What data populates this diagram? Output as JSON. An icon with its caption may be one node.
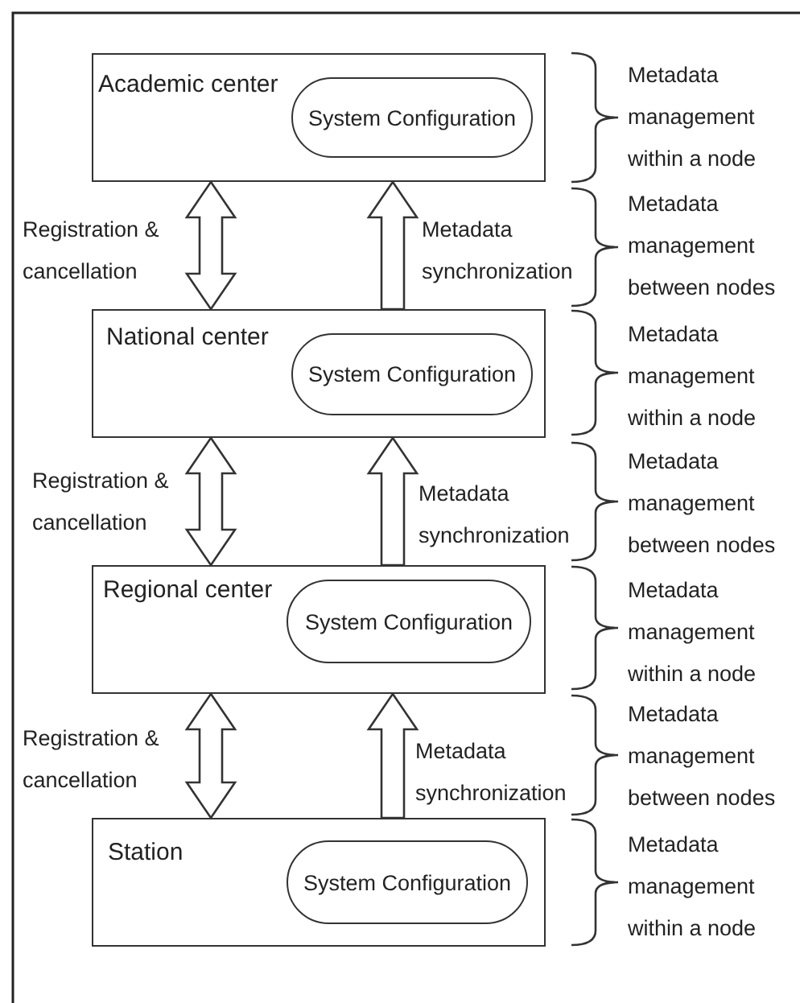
{
  "diagram": {
    "nodes": [
      {
        "text": [
          "Academic center"
        ]
      },
      {
        "text": [
          "System Configuration"
        ],
        "in": 0
      },
      {
        "text": [
          "National center"
        ]
      },
      {
        "text": [
          "System Configuration"
        ],
        "in": 2
      },
      {
        "text": [
          "Regional center"
        ]
      },
      {
        "text": [
          "System Configuration"
        ],
        "in": 4
      },
      {
        "text": [
          "Station"
        ]
      },
      {
        "text": [
          "System Configuration"
        ],
        "in": 6
      }
    ],
    "edges": [
      {
        "from": 0,
        "to": 2,
        "arrow": "both",
        "label": "Registration & cancellation"
      },
      {
        "from": 2,
        "to": 0,
        "arrow": "to",
        "label": "Metadata synchronization"
      },
      {
        "from": 2,
        "to": 4,
        "arrow": "both",
        "label": "Registration & cancellation"
      },
      {
        "from": 4,
        "to": 2,
        "arrow": "to",
        "label": "Metadata synchronization"
      },
      {
        "from": 4,
        "to": 6,
        "arrow": "both",
        "label": "Registration & cancellation"
      },
      {
        "from": 6,
        "to": 4,
        "arrow": "to",
        "label": "Metadata synchronization"
      }
    ],
    "labels": [
      "Metadata management within a node",
      "Metadata management between nodes",
      "Metadata management within a node",
      "Metadata management between nodes",
      "Metadata management within a node",
      "Metadata management between nodes",
      "Metadata management within a node"
    ]
  }
}
